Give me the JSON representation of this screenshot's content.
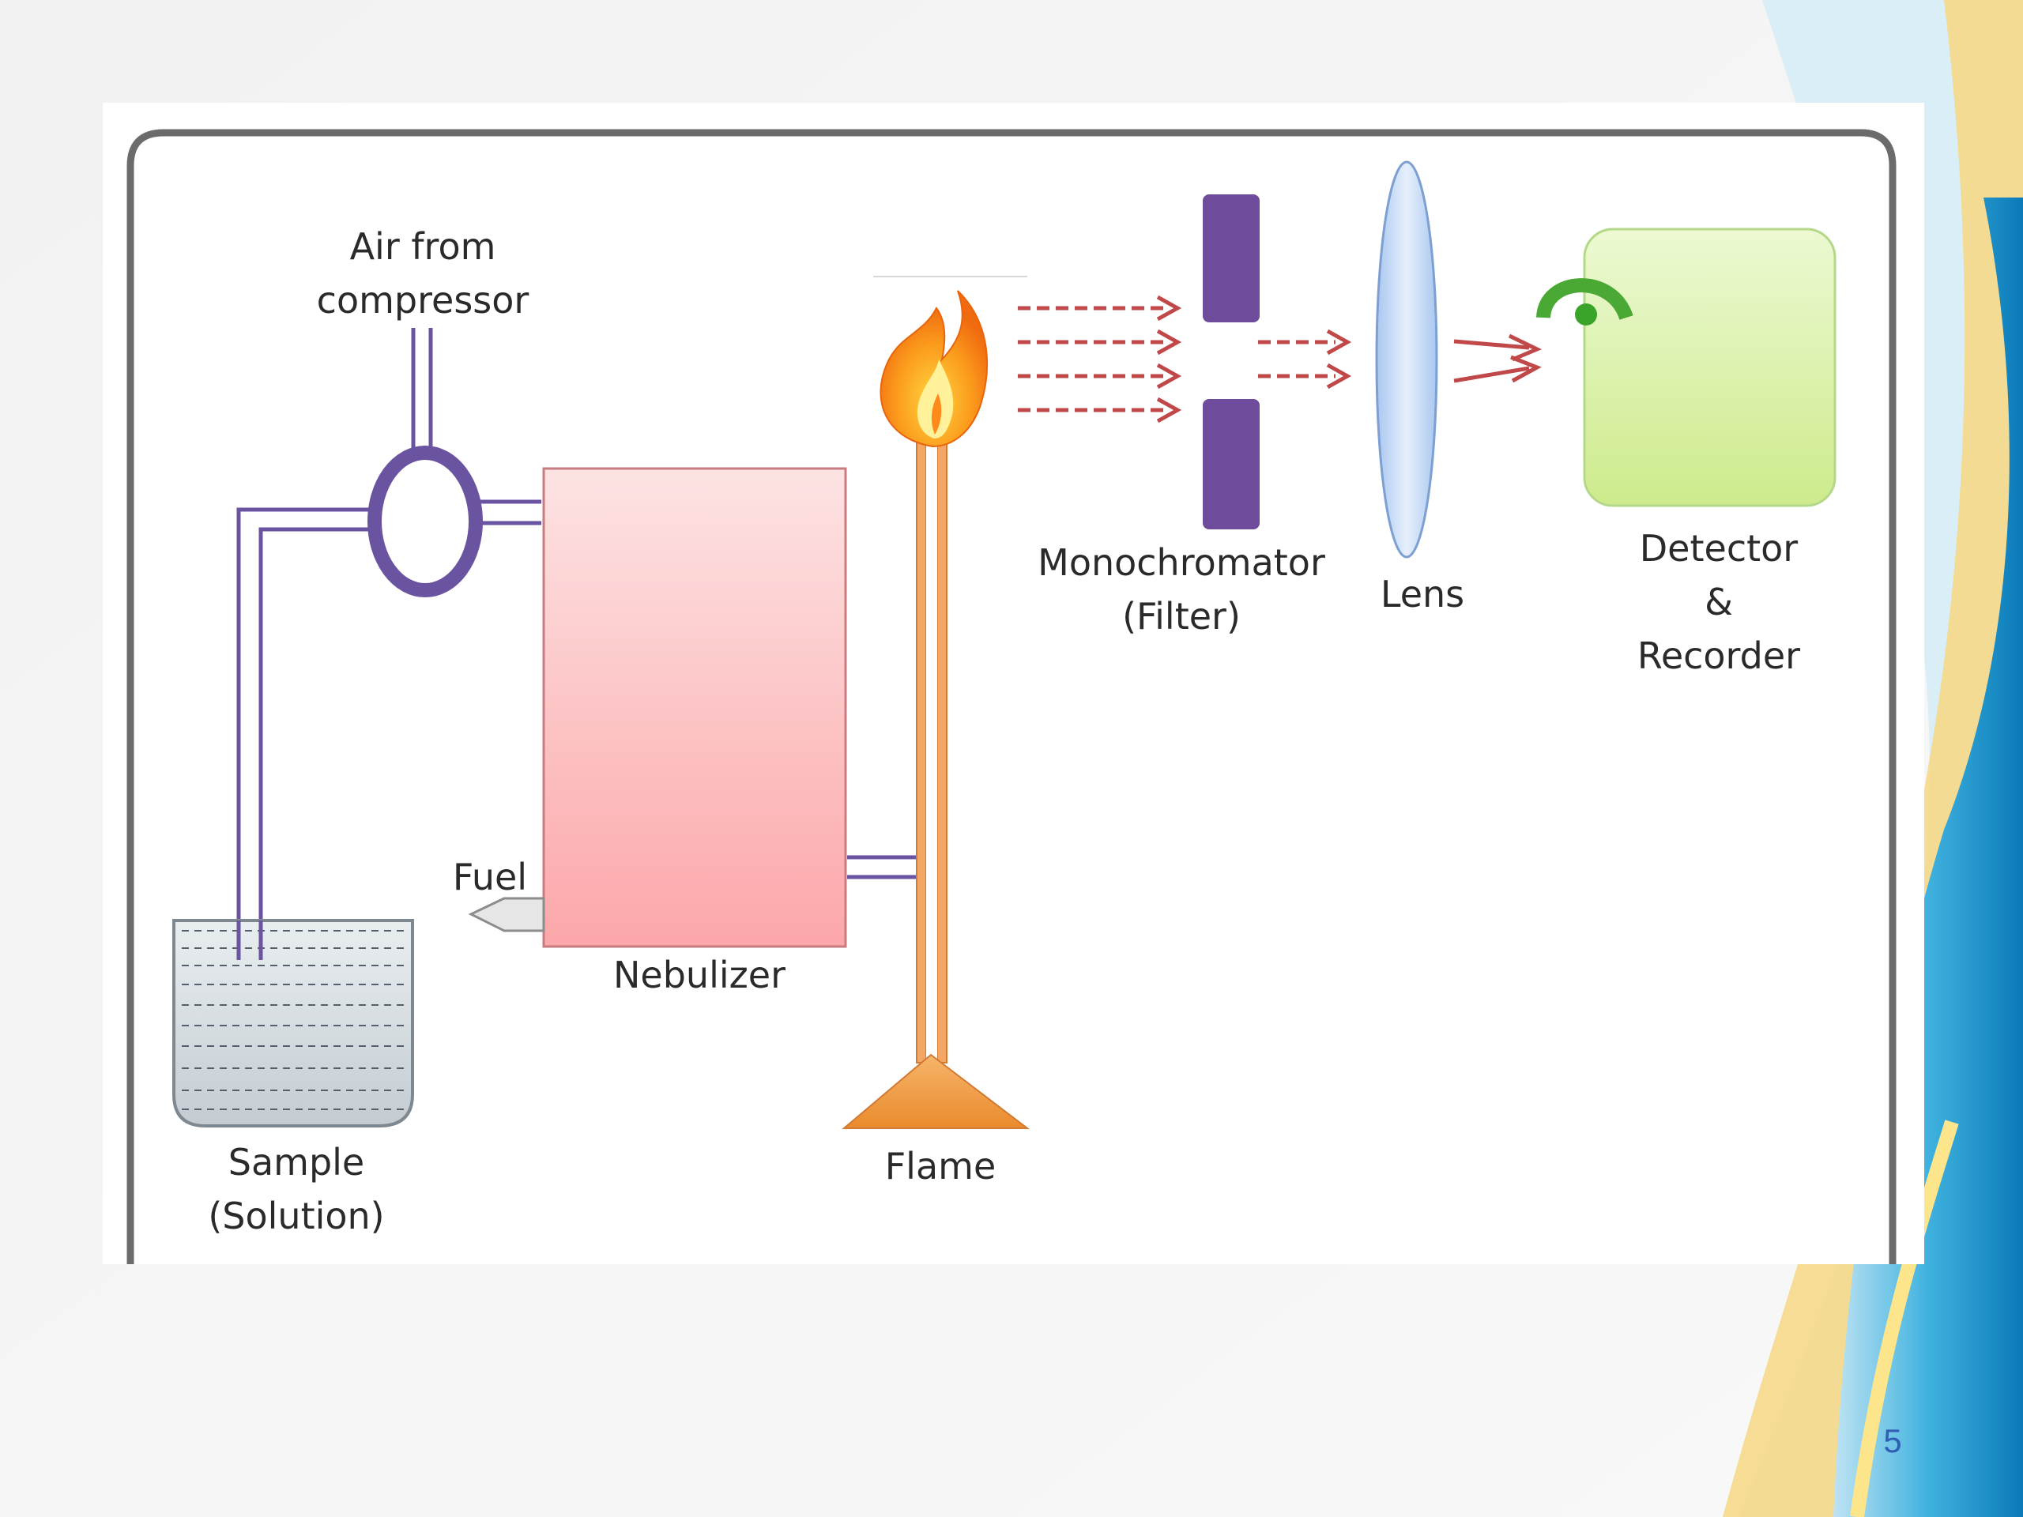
{
  "diagram": {
    "labels": {
      "air_source": [
        "Air from",
        "compressor"
      ],
      "monochromator": [
        "Monochromator",
        "(Filter)"
      ],
      "lens": "Lens",
      "detector": [
        "Detector",
        "&",
        "Recorder"
      ],
      "fuel": "Fuel",
      "nebulizer": "Nebulizer",
      "sample": [
        "Sample",
        "(Solution)"
      ],
      "flame": "Flame"
    }
  },
  "slide": {
    "page_number": "5"
  },
  "colors": {
    "tube": "#6a53a0",
    "nebulizer_fill": "#fcc4c6",
    "flame_stand": "#f0a060",
    "beam_arrows": "#c04848",
    "monochromator": "#6f4b9b",
    "lens": "#c9dcf7",
    "detector": "#dff3b2",
    "detector_icon": "#3aa32a",
    "page_number": "#2e5fb5"
  }
}
